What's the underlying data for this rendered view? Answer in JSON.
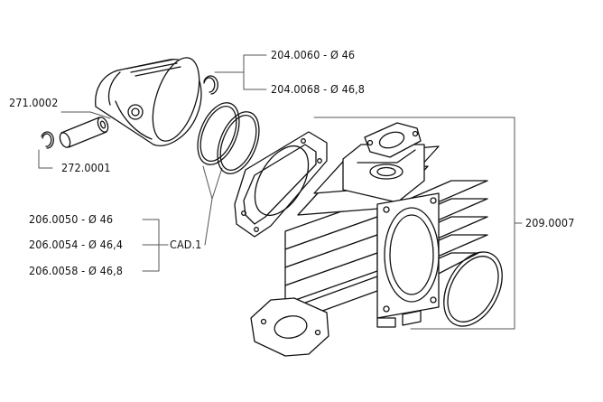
{
  "colors": {
    "line": "#111111",
    "callout": "#555555",
    "background": "#ffffff"
  },
  "labels": {
    "piston_std": "204.0060 - Ø 46",
    "piston_oversize": "204.0068 - Ø 46,8",
    "pin": "271.0002",
    "clip": "272.0001",
    "ring_46": "206.0050 - Ø 46",
    "ring_464": "206.0054 - Ø 46,4",
    "ring_468": "206.0058 - Ø 46,8",
    "ring_qty": "CAD.1",
    "cylinder": "209.0007"
  }
}
